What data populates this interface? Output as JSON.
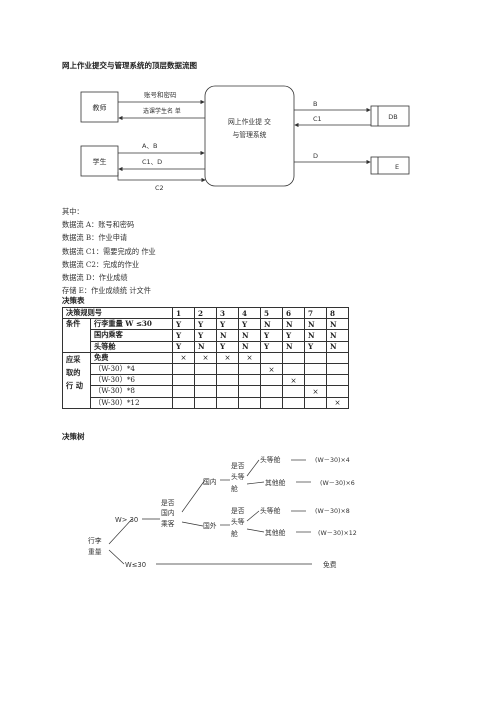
{
  "title": "网上作业提交与管理系统的顶层数据流图",
  "dfd": {
    "entity_teacher": "教师",
    "entity_student": "学生",
    "process": [
      "网上作业提 交",
      "与管理系统"
    ],
    "store_db": "DB",
    "store_e": "E",
    "flow_account": "账号和密码",
    "flow_roster": "选课学生名 单",
    "flow_ab": "A、B",
    "flow_c1d": "C1、D",
    "flow_c2": "C2",
    "flow_b": "B",
    "flow_c1": "C1",
    "flow_d": "D"
  },
  "notes": {
    "intro": "其中：",
    "lines": [
      "数据流 A：账号和密码",
      "数据流 B：作业申请",
      "数据流 C1：需要完成的 作业",
      "数据流 C2：完成的作业",
      "数据流 D：作业成绩",
      "存储 E：作业成绩统 计文件"
    ]
  },
  "decision_table": {
    "heading": "决策表",
    "rule_header": "决策规则号",
    "rule_numbers": [
      "1",
      "2",
      "3",
      "4",
      "5",
      "6",
      "7",
      "8"
    ],
    "condition_label": "条件",
    "conditions": [
      {
        "name": "行李重量 W ≤30",
        "values": [
          "Y",
          "Y",
          "Y",
          "Y",
          "N",
          "N",
          "N",
          "N"
        ]
      },
      {
        "name": "国内乘客",
        "values": [
          "Y",
          "Y",
          "N",
          "N",
          "Y",
          "Y",
          "N",
          "N"
        ]
      },
      {
        "name": "头等舱",
        "values": [
          "Y",
          "N",
          "Y",
          "N",
          "Y",
          "N",
          "Y",
          "N"
        ]
      }
    ],
    "action_label": [
      "应采",
      "取的",
      "行 动"
    ],
    "actions": [
      {
        "name": "免费",
        "values": [
          "×",
          "×",
          "×",
          "×",
          "",
          "",
          "",
          ""
        ]
      },
      {
        "name": "（W-30）*4",
        "values": [
          "",
          "",
          "",
          "",
          "×",
          "",
          "",
          ""
        ]
      },
      {
        "name": "（W-30）*6",
        "values": [
          "",
          "",
          "",
          "",
          "",
          "×",
          "",
          ""
        ]
      },
      {
        "name": "（W-30）*8",
        "values": [
          "",
          "",
          "",
          "",
          "",
          "",
          "×",
          ""
        ]
      },
      {
        "name": "（W-30）*12",
        "values": [
          "",
          "",
          "",
          "",
          "",
          "",
          "",
          "×"
        ]
      }
    ]
  },
  "decision_tree": {
    "heading": "决策树",
    "root": [
      "行李",
      "重量"
    ],
    "w_gt": "W> 30",
    "w_le": "W≤30",
    "free": "免费",
    "domestic_q": [
      "是否",
      "国内",
      "乘客"
    ],
    "domestic": "国内",
    "foreign": "国外",
    "first_q": [
      "是否",
      "头等",
      "舱"
    ],
    "first": "头等舱",
    "other": "其他舱",
    "fee_4": "(W－30)×4",
    "fee_6": "(W－30)×6",
    "fee_8": "(W－30)×8",
    "fee_12": "(W－30)×12"
  }
}
